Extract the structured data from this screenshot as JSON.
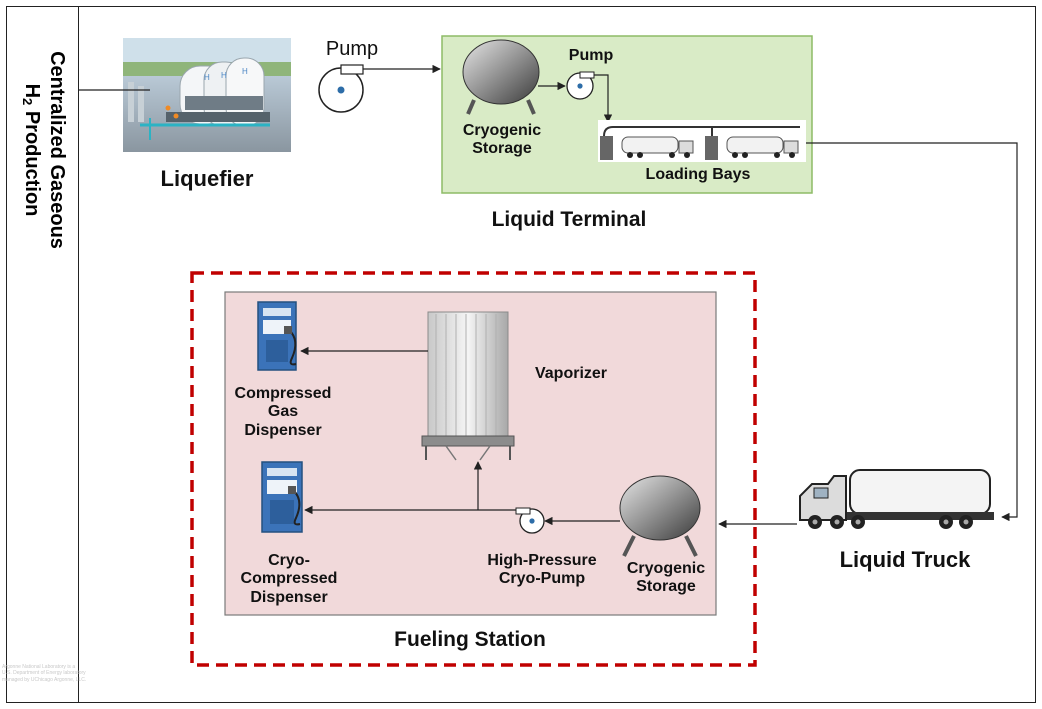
{
  "title": {
    "line1": "Centralized Gaseous",
    "line2_prefix": "H",
    "line2_sub": "2",
    "line2_rest": " Production"
  },
  "nodes": {
    "liquefier": "Liquefier",
    "pump_1": "Pump",
    "pump_2": "Pump",
    "cryogenic_storage_terminal": "Cryogenic\nStorage",
    "loading_bays": "Loading Bays",
    "liquid_terminal": "Liquid Terminal",
    "liquid_truck": "Liquid Truck",
    "vaporizer": "Vaporizer",
    "compressed_gas_dispenser": "Compressed\nGas\nDispenser",
    "cryo_compressed_dispenser": "Cryo-\nCompressed\nDispenser",
    "high_pressure_cryo_pump": "High-Pressure\nCryo-Pump",
    "cryogenic_storage_station": "Cryogenic\nStorage",
    "fueling_station": "Fueling Station",
    "tank_h_label": "H"
  },
  "credit": "Argonne National Laboratory is a\nU.S. Department of Energy laboratory\nmanaged by UChicago Argonne, LLC.",
  "colors": {
    "terminal_fill": "#d9ebc6",
    "terminal_border": "#8dbb67",
    "station_fill": "#f1d9da",
    "station_border": "#7a7a7a",
    "dashed_border": "#c00000",
    "line": "#222222",
    "pump_center": "#2d6da8"
  }
}
